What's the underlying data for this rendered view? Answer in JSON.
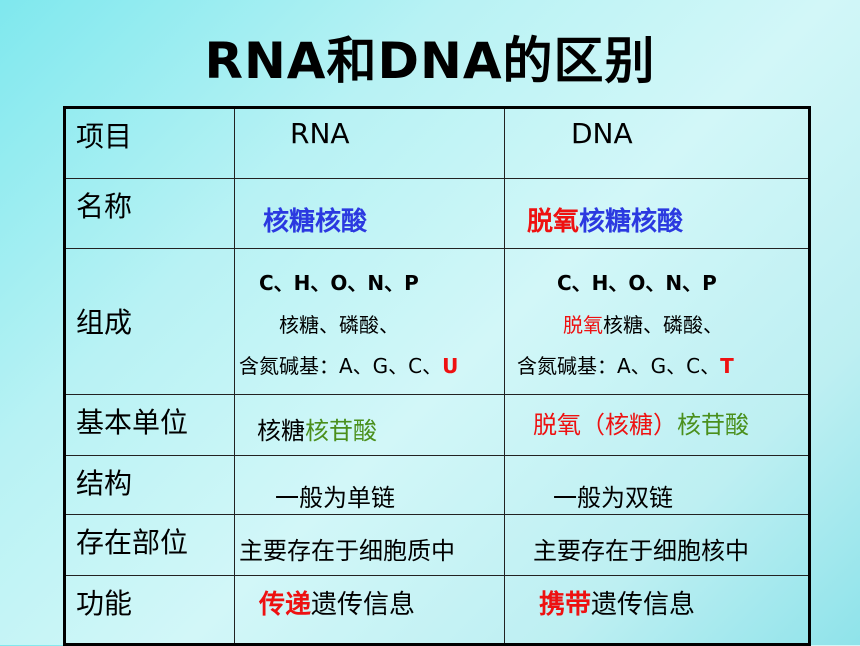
{
  "title": "RNA和DNA的区别",
  "colors": {
    "blue": "#2b39e0",
    "red": "#ee1111",
    "green": "#4a8f1c"
  },
  "table": {
    "header": {
      "item": "项目",
      "rna": "RNA",
      "dna": "DNA"
    },
    "name": {
      "label": "名称",
      "rna": "核糖核酸",
      "dna_prefix": "脱氧",
      "dna_rest": "核糖核酸"
    },
    "composition": {
      "label": "组成",
      "rna_elements": "C、H、O、N、P",
      "rna_sugar": "核糖、磷酸、",
      "rna_bases": "含氮碱基：A、G、C、",
      "rna_base_special": "U",
      "dna_elements": "C、H、O、N、P",
      "dna_sugar_prefix": "脱氧",
      "dna_sugar_rest": "核糖、磷酸、",
      "dna_bases": "含氮碱基：A、G、C、",
      "dna_base_special": "T"
    },
    "unit": {
      "label": "基本单位",
      "rna_prefix": "核糖",
      "rna_rest": "核苷酸",
      "dna_prefix": "脱氧（核糖）",
      "dna_rest": "核苷酸"
    },
    "structure": {
      "label": "结构",
      "rna": "一般为单链",
      "dna": "一般为双链"
    },
    "location": {
      "label": "存在部位",
      "rna": "主要存在于细胞质中",
      "dna": "主要存在于细胞核中"
    },
    "function": {
      "label": "功能",
      "rna_prefix": "传递",
      "rna_rest": "遗传信息",
      "dna_prefix": "携带",
      "dna_rest": "遗传信息"
    }
  }
}
